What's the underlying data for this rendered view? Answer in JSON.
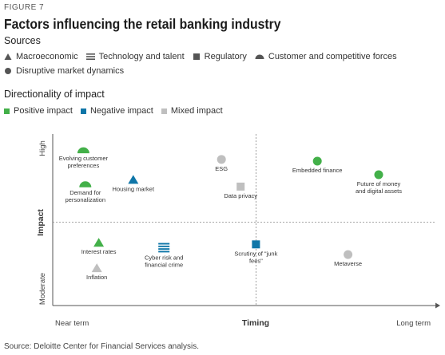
{
  "figure_label": "FIGURE 7",
  "title": "Factors influencing the retail banking industry",
  "sources_heading": "Sources",
  "sources": [
    {
      "label": "Macroeconomic",
      "shape": "triangle"
    },
    {
      "label": "Technology and talent",
      "shape": "lines"
    },
    {
      "label": "Regulatory",
      "shape": "square"
    },
    {
      "label": "Customer and competitive forces",
      "shape": "semicircle"
    },
    {
      "label": "Disruptive market dynamics",
      "shape": "circle"
    }
  ],
  "direction_heading": "Directionality of impact",
  "directions": [
    {
      "label": "Positive impact",
      "color": "#43b049"
    },
    {
      "label": "Negative impact",
      "color": "#0f76a8"
    },
    {
      "label": "Mixed impact",
      "color": "#bfbfbf"
    }
  ],
  "source_note": "Source: Deloitte Center for Financial Services analysis.",
  "chart_data": {
    "type": "scatter",
    "title": "Factors influencing the retail banking industry",
    "xlabel": "Timing",
    "ylabel": "Impact",
    "x_ticks": [
      "Near term",
      "Long term"
    ],
    "y_ticks": [
      "Moderate",
      "High"
    ],
    "xlim": [
      0,
      1
    ],
    "ylim": [
      0,
      1
    ],
    "dividers": {
      "x": 0.53,
      "y": 0.49
    },
    "points": [
      {
        "label": "Evolving customer\npreferences",
        "x": 0.08,
        "y": 0.91,
        "shape": "semicircle",
        "impact": "Positive impact",
        "label_pos": "below"
      },
      {
        "label": "Demand for\npersonalization",
        "x": 0.085,
        "y": 0.71,
        "shape": "semicircle",
        "impact": "Positive impact",
        "label_pos": "below"
      },
      {
        "label": "Housing market",
        "x": 0.21,
        "y": 0.74,
        "shape": "triangle",
        "impact": "Negative impact",
        "label_pos": "below"
      },
      {
        "label": "ESG",
        "x": 0.44,
        "y": 0.86,
        "shape": "circle",
        "impact": "Mixed impact",
        "label_pos": "below"
      },
      {
        "label": "Data privacy",
        "x": 0.49,
        "y": 0.7,
        "shape": "square",
        "impact": "Mixed impact",
        "label_pos": "below"
      },
      {
        "label": "Embedded finance",
        "x": 0.69,
        "y": 0.85,
        "shape": "circle",
        "impact": "Positive impact",
        "label_pos": "below"
      },
      {
        "label": "Future of money\nand digital assets",
        "x": 0.85,
        "y": 0.77,
        "shape": "circle",
        "impact": "Positive impact",
        "label_pos": "below"
      },
      {
        "label": "Interest rates",
        "x": 0.12,
        "y": 0.37,
        "shape": "triangle",
        "impact": "Positive impact",
        "label_pos": "below"
      },
      {
        "label": "Inflation",
        "x": 0.115,
        "y": 0.22,
        "shape": "triangle",
        "impact": "Mixed impact",
        "label_pos": "below"
      },
      {
        "label": "Cyber risk and\nfinancial crime",
        "x": 0.29,
        "y": 0.34,
        "shape": "lines",
        "impact": "Negative impact",
        "label_pos": "below"
      },
      {
        "label": "Scrutiny of \"junk\nfees\"",
        "x": 0.53,
        "y": 0.36,
        "shape": "square",
        "impact": "Negative impact",
        "label_pos": "below"
      },
      {
        "label": "Metaverse",
        "x": 0.77,
        "y": 0.3,
        "shape": "circle",
        "impact": "Mixed impact",
        "label_pos": "below"
      }
    ]
  }
}
